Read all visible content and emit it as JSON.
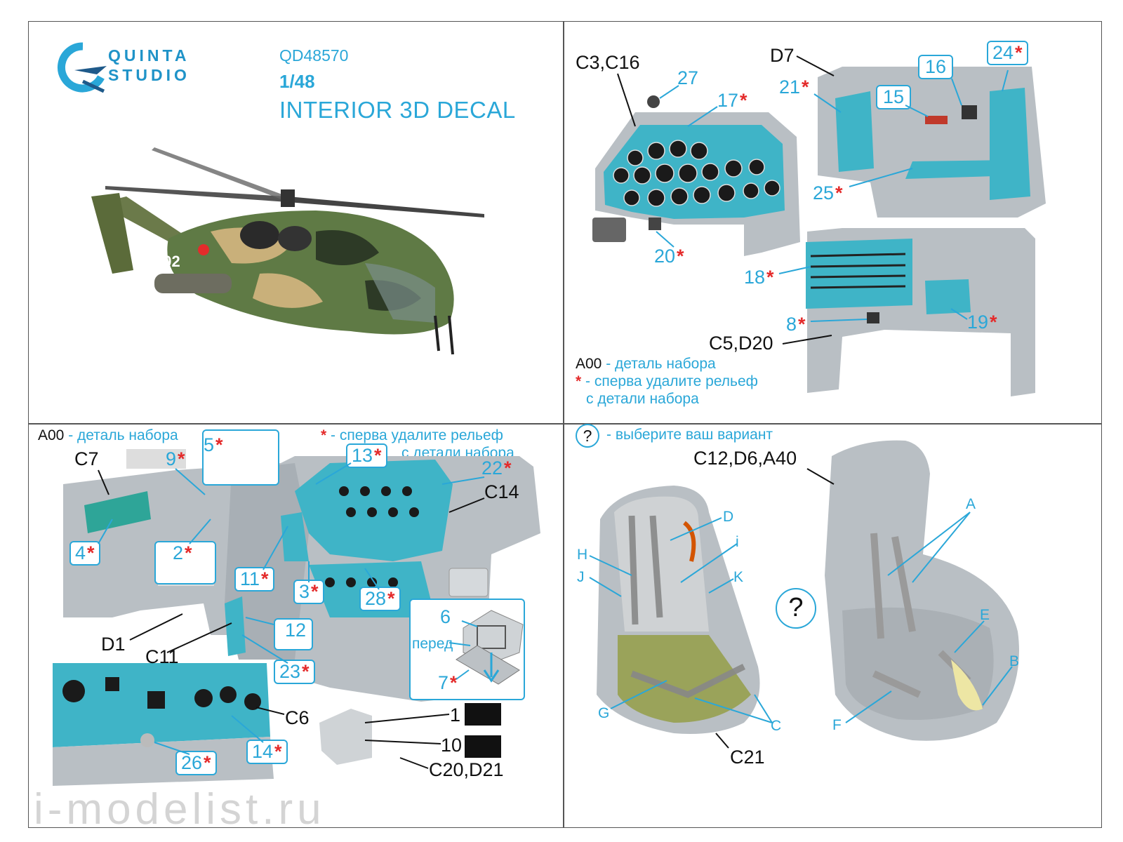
{
  "brand": {
    "line1": "QUINTA",
    "line2": "STUDIO"
  },
  "title": {
    "code": "QD48570",
    "scale": "1/48",
    "name": "INTERIOR 3D DECAL"
  },
  "heli_tail_number": "402",
  "legend": {
    "kit_part_code": "A00",
    "kit_part_text": "- деталь набора",
    "remove_text_1": "- сперва удалите рельеф",
    "remove_text_2": "с детали набора",
    "star": "*",
    "choose_symbol": "?",
    "choose_text": "- выберите ваш вариант"
  },
  "panel_tr": {
    "labels": {
      "c3c16": "C3,C16",
      "d7": "D7",
      "c5d20": "C5,D20",
      "n27": "27",
      "n17": "17",
      "n21": "21",
      "n16": "16",
      "n15": "15",
      "n24": "24",
      "n25": "25",
      "n20": "20",
      "n18": "18",
      "n19": "19",
      "n8": "8"
    }
  },
  "panel_bl": {
    "labels": {
      "c7": "C7",
      "n9": "9",
      "n5": "5",
      "n13": "13",
      "n22": "22",
      "c14": "C14",
      "n4": "4",
      "n2": "2",
      "n11": "11",
      "n3": "3",
      "n28": "28",
      "n12": "12",
      "d1": "D1",
      "c11": "C11",
      "n23": "23",
      "n6": "6",
      "front": "перед",
      "n7": "7",
      "c6": "C6",
      "n14": "14",
      "n26": "26",
      "n1": "1",
      "n10": "10",
      "c20d21": "C20,D21"
    }
  },
  "panel_br": {
    "labels": {
      "c12d6a40": "C12,D6,A40",
      "d": "D",
      "h": "H",
      "i": "i",
      "j": "J",
      "k": "K",
      "g": "G",
      "c": "C",
      "c21": "C21",
      "a": "A",
      "e": "E",
      "b": "B",
      "f": "F"
    }
  },
  "watermark": "i-modelist.ru",
  "colors": {
    "cyan": "#2aa7d8",
    "red": "#e42b2b",
    "panel_blue": "#3fb4c7",
    "resin_grey": "#b9bfc4"
  }
}
